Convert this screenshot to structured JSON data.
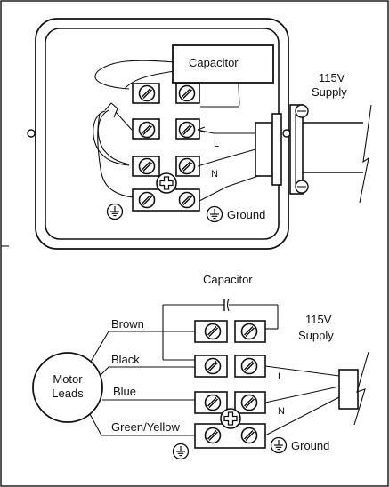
{
  "top_diagram": {
    "capacitor_label": "Capacitor",
    "supply_label_line1": "115V",
    "supply_label_line2": "Supply",
    "line_label": "L",
    "neutral_label": "N",
    "ground_label": "Ground"
  },
  "bottom_diagram": {
    "capacitor_label": "Capacitor",
    "supply_label_line1": "115V",
    "supply_label_line2": "Supply",
    "motor_label_line1": "Motor",
    "motor_label_line2": "Leads",
    "wire_brown": "Brown",
    "wire_black": "Black",
    "wire_blue": "Blue",
    "wire_green_yellow": "Green/Yellow",
    "line_label": "L",
    "neutral_label": "N",
    "ground_label": "Ground"
  }
}
